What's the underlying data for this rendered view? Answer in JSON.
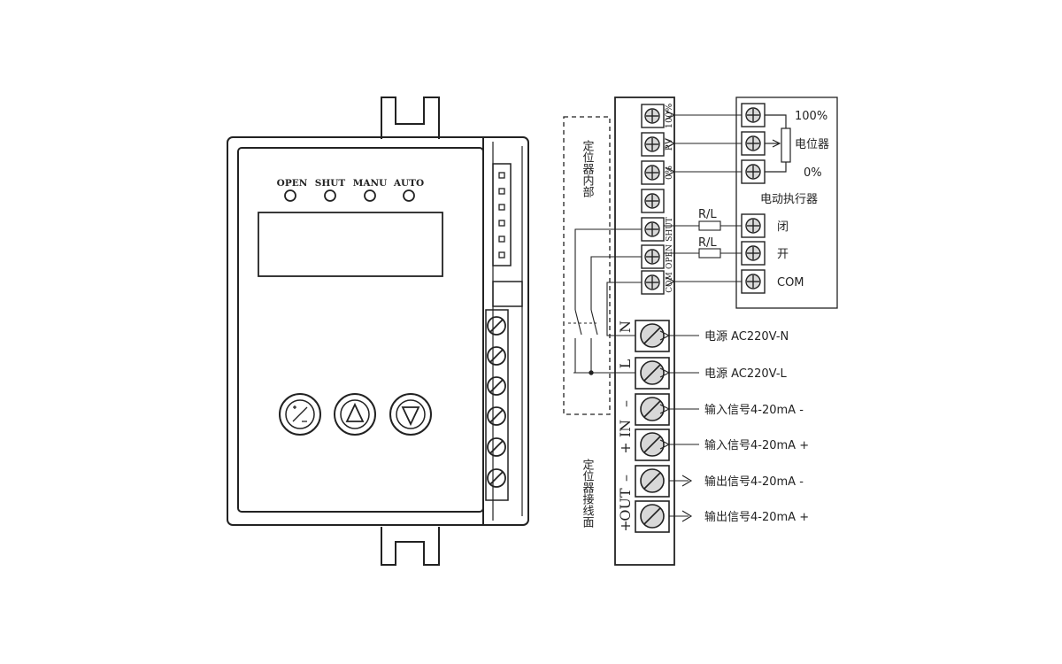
{
  "controller": {
    "indicators": [
      "OPEN",
      "SHUT",
      "MANU",
      "AUTO"
    ],
    "buttons": [
      {
        "name": "auto-manual-button",
        "icon": "auto-manual-icon"
      },
      {
        "name": "up-button",
        "icon": "triangle-up-icon"
      },
      {
        "name": "down-button",
        "icon": "triangle-down-icon"
      }
    ]
  },
  "terminal_strip": {
    "upper_side_labels": [
      "100%",
      "RV",
      "0%",
      "",
      "SHUT",
      "OPEN",
      "COM"
    ],
    "lower_side_labels": {
      "N": "N",
      "L": "L",
      "in_minus": "–",
      "in_name": "IN",
      "in_plus": "+",
      "out_minus": "–",
      "out_name": "OUT",
      "out_plus": "+"
    },
    "resistor_label": "R/L",
    "internal_section_label": "定位器内部",
    "wiring_face_label": "定位器接线面"
  },
  "actuator": {
    "pot_labels": [
      "100%",
      "电位器",
      "0%"
    ],
    "title": "电动执行器",
    "terminal_labels": [
      "闭",
      "开",
      "COM"
    ]
  },
  "power_and_signal_labels": [
    "电源 AC220V-N",
    "电源 AC220V-L",
    "输入信号4-20mA -",
    "输入信号4-20mA +",
    "输出信号4-20mA -",
    "输出信号4-20mA +"
  ]
}
